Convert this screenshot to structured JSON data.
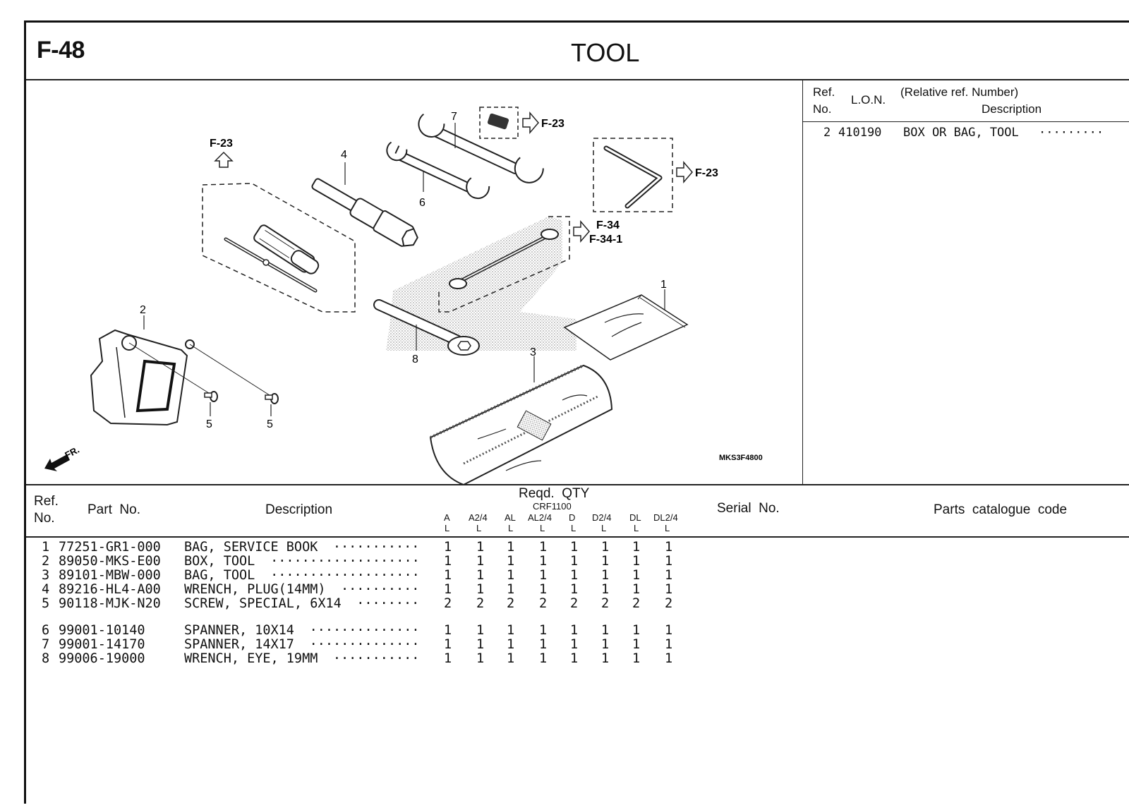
{
  "header": {
    "figure_number": "F-48",
    "title": "TOOL"
  },
  "illustration": {
    "code": "MKS3F4800",
    "front_indicator": "FR.",
    "callouts": [
      "1",
      "2",
      "3",
      "4",
      "5",
      "5",
      "6",
      "7",
      "8"
    ],
    "references": [
      "F-23",
      "F-23",
      "F-23",
      "F-34",
      "F-34-1"
    ]
  },
  "lon_panel": {
    "header": {
      "ref_line1": "Ref.",
      "ref_line2": "No.",
      "lon": "L.O.N.",
      "relative": "(Relative ref. Number)",
      "description": "Description"
    },
    "rows": [
      {
        "ref": "2",
        "lon": "410190",
        "description": "BOX OR BAG, TOOL",
        "dots": "·········"
      }
    ]
  },
  "parts_table": {
    "header": {
      "ref_line1": "Ref.",
      "ref_line2": "No.",
      "part_no": "Part  No.",
      "description": "Description",
      "reqd_qty": "Reqd.  QTY",
      "model": "CRF1100",
      "variants": [
        "A",
        "A2/4",
        "AL",
        "AL2/4",
        "D",
        "D2/4",
        "DL",
        "DL2/4"
      ],
      "variant_sub": [
        "L",
        "L",
        "L",
        "L",
        "L",
        "L",
        "L",
        "L"
      ],
      "serial_no": "Serial  No.",
      "catalogue_code": "Parts  catalogue  code"
    },
    "rows": [
      {
        "ref": "1",
        "part_no": "77251-GR1-000",
        "description": "BAG, SERVICE BOOK",
        "dots": "···········",
        "qty": [
          "1",
          "1",
          "1",
          "1",
          "1",
          "1",
          "1",
          "1"
        ]
      },
      {
        "ref": "2",
        "part_no": "89050-MKS-E00",
        "description": "BOX, TOOL",
        "dots": "···················",
        "qty": [
          "1",
          "1",
          "1",
          "1",
          "1",
          "1",
          "1",
          "1"
        ]
      },
      {
        "ref": "3",
        "part_no": "89101-MBW-000",
        "description": "BAG, TOOL",
        "dots": "···················",
        "qty": [
          "1",
          "1",
          "1",
          "1",
          "1",
          "1",
          "1",
          "1"
        ]
      },
      {
        "ref": "4",
        "part_no": "89216-HL4-A00",
        "description": "WRENCH, PLUG(14MM)",
        "dots": "··········",
        "qty": [
          "1",
          "1",
          "1",
          "1",
          "1",
          "1",
          "1",
          "1"
        ]
      },
      {
        "ref": "5",
        "part_no": "90118-MJK-N20",
        "description": "SCREW, SPECIAL, 6X14",
        "dots": "········",
        "qty": [
          "2",
          "2",
          "2",
          "2",
          "2",
          "2",
          "2",
          "2"
        ]
      },
      {
        "ref": "6",
        "part_no": "99001-10140",
        "description": "SPANNER, 10X14",
        "dots": "··············",
        "qty": [
          "1",
          "1",
          "1",
          "1",
          "1",
          "1",
          "1",
          "1"
        ]
      },
      {
        "ref": "7",
        "part_no": "99001-14170",
        "description": "SPANNER, 14X17",
        "dots": "··············",
        "qty": [
          "1",
          "1",
          "1",
          "1",
          "1",
          "1",
          "1",
          "1"
        ]
      },
      {
        "ref": "8",
        "part_no": "99006-19000",
        "description": "WRENCH, EYE, 19MM",
        "dots": "···········",
        "qty": [
          "1",
          "1",
          "1",
          "1",
          "1",
          "1",
          "1",
          "1"
        ]
      }
    ]
  }
}
